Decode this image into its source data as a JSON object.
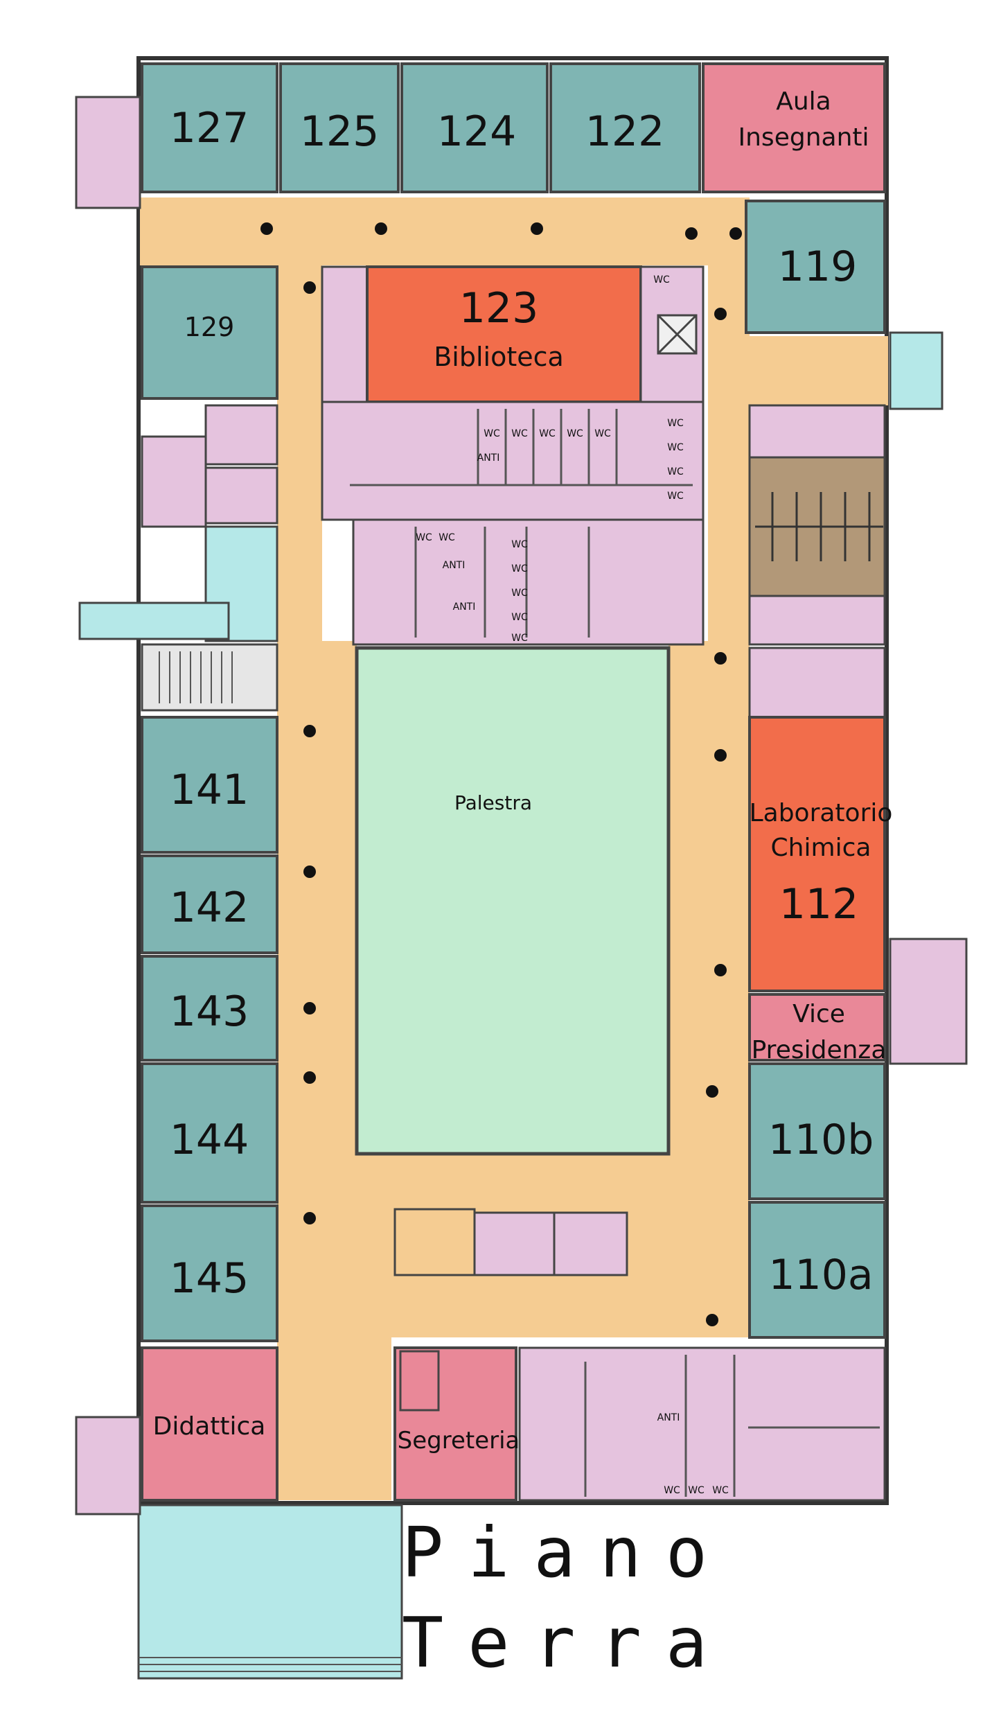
{
  "floor_title": {
    "line1": "Piano",
    "line2": "Terra"
  },
  "rooms": {
    "r127": "127",
    "r125": "125",
    "r124": "124",
    "r122": "122",
    "teachers_line1": "Aula",
    "teachers_line2": "Insegnanti",
    "r119": "119",
    "r129": "129",
    "library_number": "123",
    "library_name": "Biblioteca",
    "gym": "Palestra",
    "lab_line1": "Laboratorio",
    "lab_line2": "Chimica",
    "lab_number": "112",
    "vice_line1": "Vice",
    "vice_line2": "Presidenza",
    "r141": "141",
    "r142": "142",
    "r143": "143",
    "r144": "144",
    "r145": "145",
    "r110b": "110b",
    "r110a": "110a",
    "didattica": "Didattica",
    "segreteria": "Segreteria"
  },
  "fixtures": {
    "wc": "WC",
    "anti": "ANTI"
  },
  "colors": {
    "classroom": "#7fb5b3",
    "corridor": "#f5cc92",
    "service": "#e5c3de",
    "office_pink": "#e98898",
    "special_orange": "#f26d4b",
    "gym_green": "#c2ecd0",
    "entrance_cyan": "#b5e8e8",
    "wc_brown": "#b29878",
    "stair_grey": "#e6e6e6",
    "wall": "#333333"
  }
}
